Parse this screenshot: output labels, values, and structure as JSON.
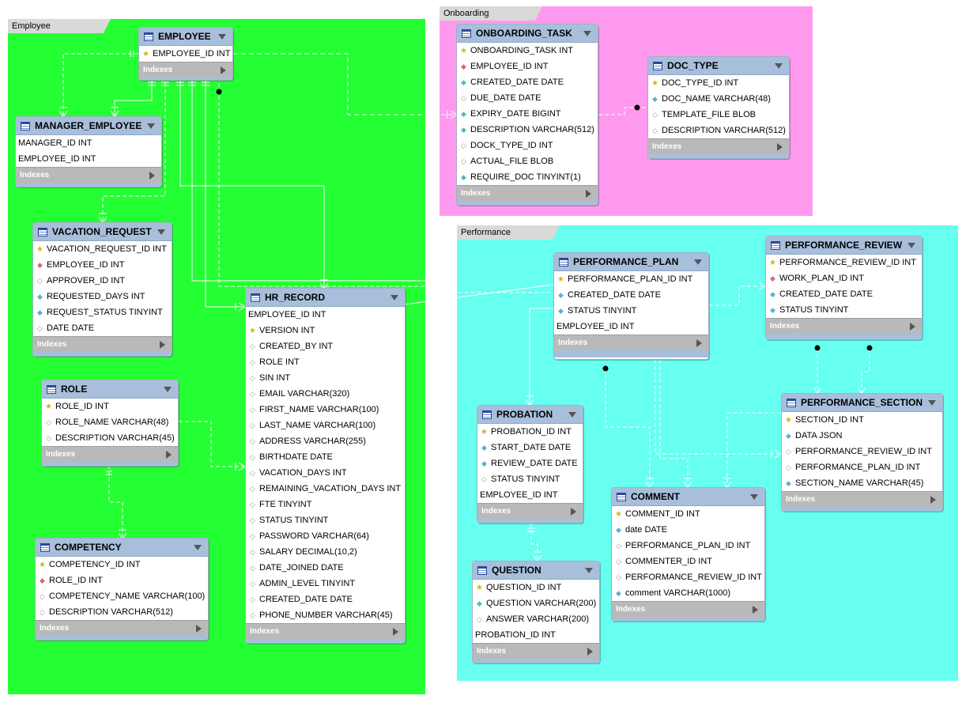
{
  "regions": [
    {
      "id": "employee",
      "label": "Employee",
      "color": "#24ff33"
    },
    {
      "id": "onboarding",
      "label": "Onboarding",
      "color": "#ff99ee"
    },
    {
      "id": "performance",
      "label": "Performance",
      "color": "#66fff0"
    }
  ],
  "footer_label": "Indexes",
  "tables": [
    {
      "id": "employee",
      "name": "EMPLOYEE",
      "columns": [
        {
          "icon": "key",
          "text": "EMPLOYEE_ID INT"
        }
      ]
    },
    {
      "id": "manager_employee",
      "name": "MANAGER_EMPLOYEE",
      "columns": [
        {
          "icon": "none",
          "text": "MANAGER_ID INT"
        },
        {
          "icon": "none",
          "text": "EMPLOYEE_ID INT"
        }
      ]
    },
    {
      "id": "vacation_request",
      "name": "VACATION_REQUEST",
      "columns": [
        {
          "icon": "key",
          "text": "VACATION_REQUEST_ID INT"
        },
        {
          "icon": "fk",
          "text": "EMPLOYEE_ID INT"
        },
        {
          "icon": "opt",
          "text": "APPROVER_ID INT"
        },
        {
          "icon": "attr",
          "text": "REQUESTED_DAYS INT"
        },
        {
          "icon": "attr",
          "text": "REQUEST_STATUS TINYINT"
        },
        {
          "icon": "opt",
          "text": "DATE DATE"
        }
      ]
    },
    {
      "id": "role",
      "name": "ROLE",
      "columns": [
        {
          "icon": "key",
          "text": "ROLE_ID INT"
        },
        {
          "icon": "opt",
          "text": "ROLE_NAME VARCHAR(48)"
        },
        {
          "icon": "opt",
          "text": "DESCRIPTION VARCHAR(45)"
        }
      ]
    },
    {
      "id": "competency",
      "name": "COMPETENCY",
      "columns": [
        {
          "icon": "key",
          "text": "COMPETENCY_ID INT"
        },
        {
          "icon": "fk",
          "text": "ROLE_ID INT"
        },
        {
          "icon": "opt",
          "text": "COMPETENCY_NAME VARCHAR(100)"
        },
        {
          "icon": "opt",
          "text": "DESCRIPTION VARCHAR(512)"
        }
      ]
    },
    {
      "id": "hr_record",
      "name": "HR_RECORD",
      "columns": [
        {
          "icon": "none",
          "text": "EMPLOYEE_ID INT"
        },
        {
          "icon": "key",
          "text": "VERSION INT"
        },
        {
          "icon": "opt",
          "text": "CREATED_BY INT"
        },
        {
          "icon": "opt",
          "text": "ROLE INT"
        },
        {
          "icon": "opt",
          "text": "SIN INT"
        },
        {
          "icon": "opt",
          "text": "EMAIL VARCHAR(320)"
        },
        {
          "icon": "opt",
          "text": "FIRST_NAME VARCHAR(100)"
        },
        {
          "icon": "opt",
          "text": "LAST_NAME VARCHAR(100)"
        },
        {
          "icon": "opt",
          "text": "ADDRESS VARCHAR(255)"
        },
        {
          "icon": "opt",
          "text": "BIRTHDATE DATE"
        },
        {
          "icon": "opt",
          "text": "VACATION_DAYS INT"
        },
        {
          "icon": "opt",
          "text": "REMAINING_VACATION_DAYS INT"
        },
        {
          "icon": "opt",
          "text": "FTE TINYINT"
        },
        {
          "icon": "opt",
          "text": "STATUS TINYINT"
        },
        {
          "icon": "opt",
          "text": "PASSWORD VARCHAR(64)"
        },
        {
          "icon": "opt",
          "text": "SALARY DECIMAL(10,2)"
        },
        {
          "icon": "opt",
          "text": "DATE_JOINED DATE"
        },
        {
          "icon": "opt",
          "text": "ADMIN_LEVEL TINYINT"
        },
        {
          "icon": "opt",
          "text": "CREATED_DATE DATE"
        },
        {
          "icon": "opt",
          "text": "PHONE_NUMBER VARCHAR(45)"
        }
      ]
    },
    {
      "id": "onboarding_task",
      "name": "ONBOARDING_TASK",
      "columns": [
        {
          "icon": "key",
          "text": "ONBOARDING_TASK INT"
        },
        {
          "icon": "fk",
          "text": "EMPLOYEE_ID INT"
        },
        {
          "icon": "attr",
          "text": "CREATED_DATE DATE"
        },
        {
          "icon": "opt",
          "text": "DUE_DATE DATE"
        },
        {
          "icon": "attr",
          "text": "EXPIRY_DATE BIGINT"
        },
        {
          "icon": "attr",
          "text": "DESCRIPTION VARCHAR(512)"
        },
        {
          "icon": "opt",
          "text": "DOCK_TYPE_ID INT"
        },
        {
          "icon": "opt",
          "text": "ACTUAL_FILE BLOB"
        },
        {
          "icon": "attr",
          "text": "REQUIRE_DOC TINYINT(1)"
        }
      ]
    },
    {
      "id": "doc_type",
      "name": "DOC_TYPE",
      "columns": [
        {
          "icon": "key",
          "text": "DOC_TYPE_ID INT"
        },
        {
          "icon": "attr",
          "text": "DOC_NAME VARCHAR(48)"
        },
        {
          "icon": "opt",
          "text": "TEMPLATE_FILE BLOB"
        },
        {
          "icon": "opt",
          "text": "DESCRIPTION VARCHAR(512)"
        }
      ]
    },
    {
      "id": "performance_plan",
      "name": "PERFORMANCE_PLAN",
      "columns": [
        {
          "icon": "key",
          "text": "PERFORMANCE_PLAN_ID INT"
        },
        {
          "icon": "attr",
          "text": "CREATED_DATE DATE"
        },
        {
          "icon": "attr",
          "text": "STATUS TINYINT"
        },
        {
          "icon": "none",
          "text": "EMPLOYEE_ID INT"
        }
      ]
    },
    {
      "id": "performance_review",
      "name": "PERFORMANCE_REVIEW",
      "columns": [
        {
          "icon": "key",
          "text": "PERFORMANCE_REVIEW_ID INT"
        },
        {
          "icon": "fk",
          "text": "WORK_PLAN_ID INT"
        },
        {
          "icon": "attr",
          "text": "CREATED_DATE DATE"
        },
        {
          "icon": "attr",
          "text": "STATUS TINYINT"
        }
      ]
    },
    {
      "id": "probation",
      "name": "PROBATION",
      "columns": [
        {
          "icon": "key",
          "text": "PROBATION_ID INT"
        },
        {
          "icon": "attr",
          "text": "START_DATE DATE"
        },
        {
          "icon": "attr",
          "text": "REVIEW_DATE DATE"
        },
        {
          "icon": "opt",
          "text": "STATUS TINYINT"
        },
        {
          "icon": "none",
          "text": "EMPLOYEE_ID INT"
        }
      ]
    },
    {
      "id": "performance_section",
      "name": "PERFORMANCE_SECTION",
      "columns": [
        {
          "icon": "key",
          "text": "SECTION_ID INT"
        },
        {
          "icon": "attr",
          "text": "DATA JSON"
        },
        {
          "icon": "opt",
          "text": "PERFORMANCE_REVIEW_ID INT"
        },
        {
          "icon": "opt",
          "text": "PERFORMANCE_PLAN_ID INT"
        },
        {
          "icon": "attr",
          "text": "SECTION_NAME VARCHAR(45)"
        }
      ]
    },
    {
      "id": "comment",
      "name": "COMMENT",
      "columns": [
        {
          "icon": "key",
          "text": "COMMENT_ID INT"
        },
        {
          "icon": "attr",
          "text": "date DATE"
        },
        {
          "icon": "opt",
          "text": "PERFORMANCE_PLAN_ID INT"
        },
        {
          "icon": "opt",
          "text": "COMMENTER_ID INT"
        },
        {
          "icon": "opt",
          "text": "PERFORMANCE_REVIEW_ID INT"
        },
        {
          "icon": "attr",
          "text": "comment VARCHAR(1000)"
        }
      ]
    },
    {
      "id": "question",
      "name": "QUESTION",
      "columns": [
        {
          "icon": "key",
          "text": "QUESTION_ID INT"
        },
        {
          "icon": "attr",
          "text": "QUESTION VARCHAR(200)"
        },
        {
          "icon": "opt",
          "text": "ANSWER VARCHAR(200)"
        },
        {
          "icon": "none",
          "text": "PROBATION_ID INT"
        }
      ]
    }
  ]
}
